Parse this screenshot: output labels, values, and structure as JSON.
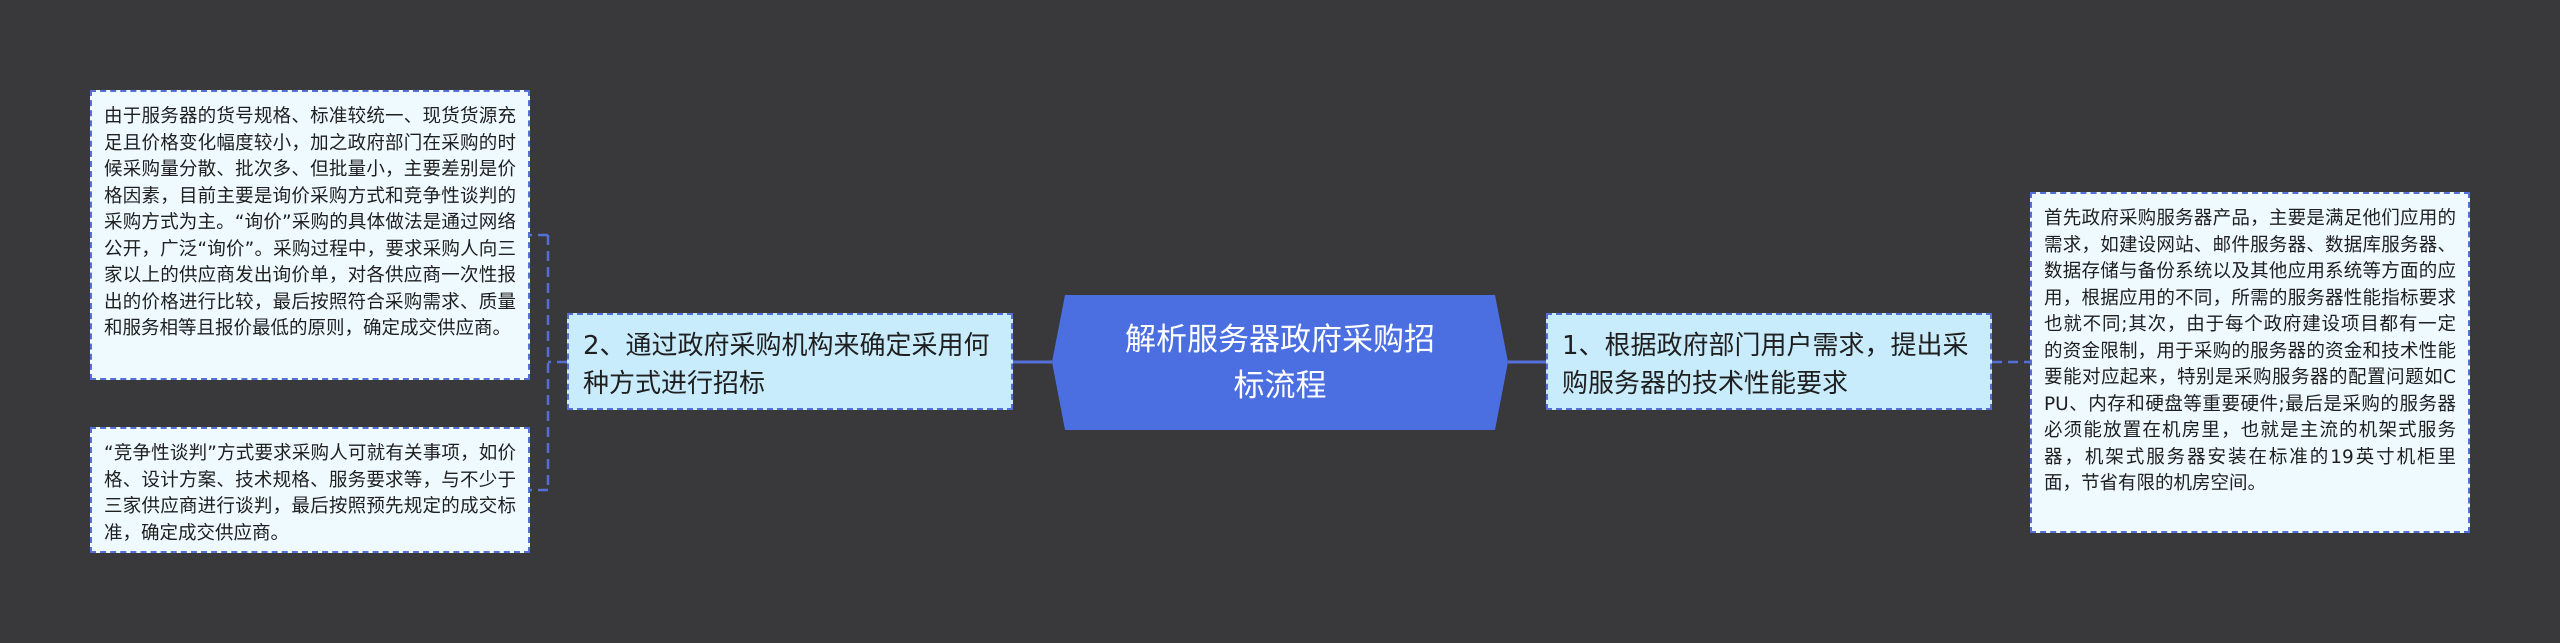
{
  "colors": {
    "background": "#39383a",
    "center_fill": "#4b6fe0",
    "branch_fill": "#c9ecfd",
    "leaf_fill": "#eefaff",
    "connector": "#5470d8",
    "center_text": "#ffffff",
    "node_text": "#1f1f1f"
  },
  "center": {
    "title": "解析服务器政府采购招标流程"
  },
  "branches": [
    {
      "side": "right",
      "label": "1、根据政府部门用户需求，提出采购服务器的技术性能要求",
      "children": [
        {
          "text": "首先政府采购服务器产品，主要是满足他们应用的需求，如建设网站、邮件服务器、数据库服务器、数据存储与备份系统以及其他应用系统等方面的应用，根据应用的不同，所需的服务器性能指标要求也就不同;其次，由于每个政府建设项目都有一定的资金限制，用于采购的服务器的资金和技术性能要能对应起来，特别是采购服务器的配置问题如CPU、内存和硬盘等重要硬件;最后是采购的服务器必须能放置在机房里，也就是主流的机架式服务器，机架式服务器安装在标准的19英寸机柜里面，节省有限的机房空间。"
        }
      ]
    },
    {
      "side": "left",
      "label": "2、通过政府采购机构来确定采用何种方式进行招标",
      "children": [
        {
          "text": "由于服务器的货号规格、标准较统一、现货货源充足且价格变化幅度较小，加之政府部门在采购的时候采购量分散、批次多、但批量小，主要差别是价格因素，目前主要是询价采购方式和竞争性谈判的采购方式为主。“询价”采购的具体做法是通过网络公开，广泛“询价”。采购过程中，要求采购人向三家以上的供应商发出询价单，对各供应商一次性报出的价格进行比较，最后按照符合采购需求、质量和服务相等且报价最低的原则，确定成交供应商。"
        },
        {
          "text": "“竞争性谈判”方式要求采购人可就有关事项，如价格、设计方案、技术规格、服务要求等，与不少于三家供应商进行谈判，最后按照预先规定的成交标准，确定成交供应商。"
        }
      ]
    }
  ]
}
